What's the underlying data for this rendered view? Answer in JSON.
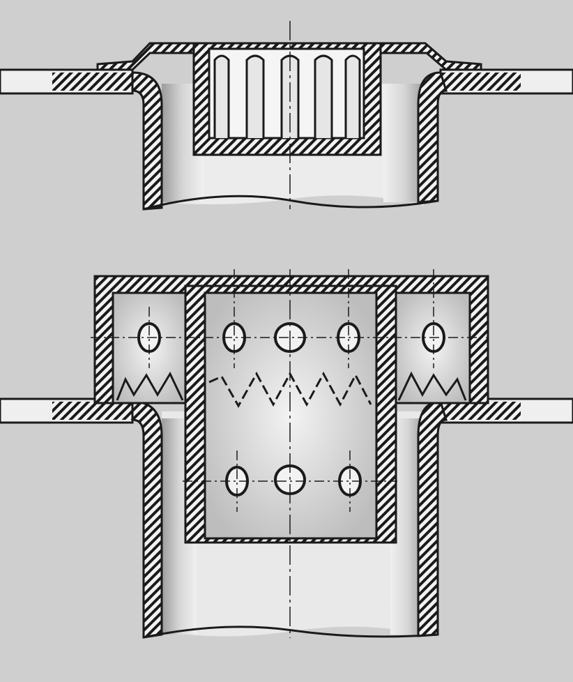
{
  "drawing": {
    "views": [
      {
        "id": "top-view",
        "component": "slotted-cup-insert",
        "slot_count": 5
      },
      {
        "id": "bottom-view",
        "component": "perforated-cup-insert",
        "hole_rows": 2,
        "side_pockets": 2
      }
    ],
    "colors": {
      "background": "#cfcfcf",
      "ink": "#1a1a1a",
      "fill_light": "#e9e9e9",
      "fill_shade": "#b9b9b9",
      "hatch": "#1a1a1a"
    }
  }
}
